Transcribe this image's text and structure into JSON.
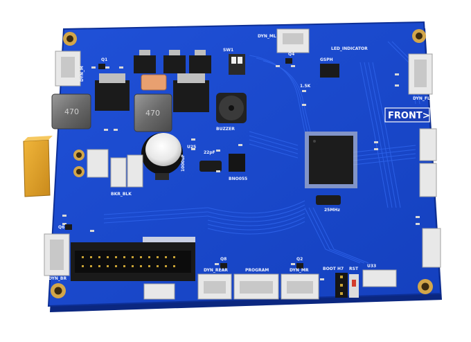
{
  "labels": {
    "dyn_ml": "DYN_ML",
    "dyn_fl": "DYN_FL",
    "dyn_br": "DYN_BR",
    "dyn_left": "DYN_M",
    "front": "FRONT>",
    "inductor_1": "470",
    "inductor_2": "470",
    "u25": "U25",
    "buzzer": "BUZZER",
    "bno": "BNO055",
    "crystal": "25MHz",
    "bkr_blk": "BKR_BLK",
    "boot": "BOOT H7",
    "rst": "RST",
    "u33": "U33",
    "q1": "Q1",
    "q2": "Q2",
    "q4": "Q4",
    "q6": "Q6",
    "q8": "Q8",
    "sw": "SW1",
    "res_1k5": "1.5K",
    "cap_22pf": "22pF",
    "cap_1000uf": "1000uF",
    "program": "PROGRAM",
    "dyn_mr": "DYN_MR",
    "dyn_rear": "DYN_REAR",
    "led_ind": "LED_INDICATOR",
    "gsph": "GSPH"
  },
  "colors": {
    "board": "#1745c9",
    "board_edge": "#0d2f96",
    "silkscreen": "#eef2ff",
    "gold": "#d2a64a",
    "connector": "#e8e8e8"
  }
}
